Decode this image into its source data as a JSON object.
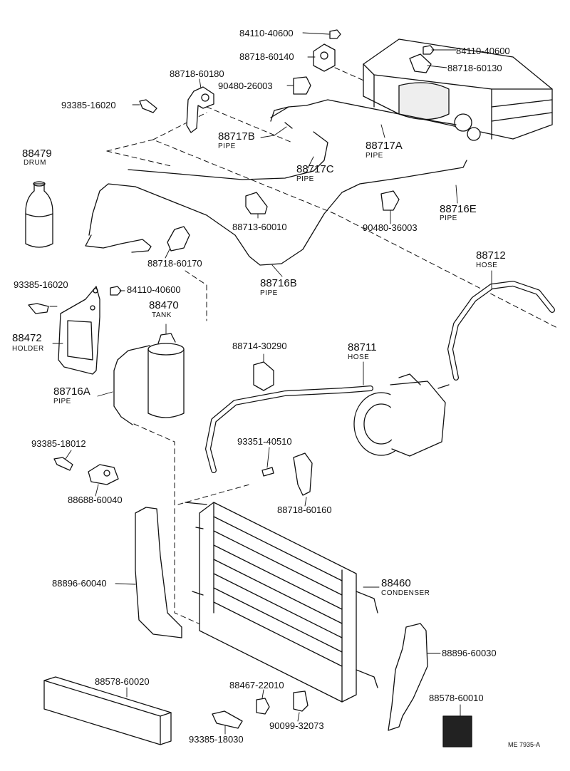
{
  "parts": {
    "p84110_40600_top": "84110-40600",
    "p88718_60140": "88718-60140",
    "p84110_40600_right": "84110-40600",
    "p88718_60130": "88718-60130",
    "p88718_60180": "88718-60180",
    "p90480_26003": "90480-26003",
    "p93385_16020_top": "93385-16020",
    "p88717B": "88717B",
    "p88717B_sub": "PIPE",
    "p88717A": "88717A",
    "p88717A_sub": "PIPE",
    "p88479": "88479",
    "p88479_sub": "DRUM",
    "p88717C": "88717C",
    "p88717C_sub": "PIPE",
    "p88716E": "88716E",
    "p88716E_sub": "PIPE",
    "p88713_60010": "88713-60010",
    "p90480_36003": "90480-36003",
    "p88718_60170": "88718-60170",
    "p88712": "88712",
    "p88712_sub": "HOSE",
    "p93385_16020_left": "93385-16020",
    "p84110_40600_mid": "84110-40600",
    "p88716B": "88716B",
    "p88716B_sub": "PIPE",
    "p88470": "88470",
    "p88470_sub": "TANK",
    "p88472": "88472",
    "p88472_sub": "HOLDER",
    "p88714_30290": "88714-30290",
    "p88711": "88711",
    "p88711_sub": "HOSE",
    "p88716A": "88716A",
    "p88716A_sub": "PIPE",
    "p93385_18012": "93385-18012",
    "p93351_40510": "93351-40510",
    "p88688_60040": "88688-60040",
    "p88718_60160": "88718-60160",
    "p88460": "88460",
    "p88460_sub": "CONDENSER",
    "p88896_60040": "88896-60040",
    "p88896_60030": "88896-60030",
    "p88578_60020": "88578-60020",
    "p88467_22010": "88467-22010",
    "p88578_60010": "88578-60010",
    "p90099_32073": "90099-32073",
    "p93385_18030": "93385-18030"
  },
  "footer": {
    "ref": "ME 7935-A"
  },
  "colors": {
    "line": "#111111",
    "background": "#ffffff"
  }
}
